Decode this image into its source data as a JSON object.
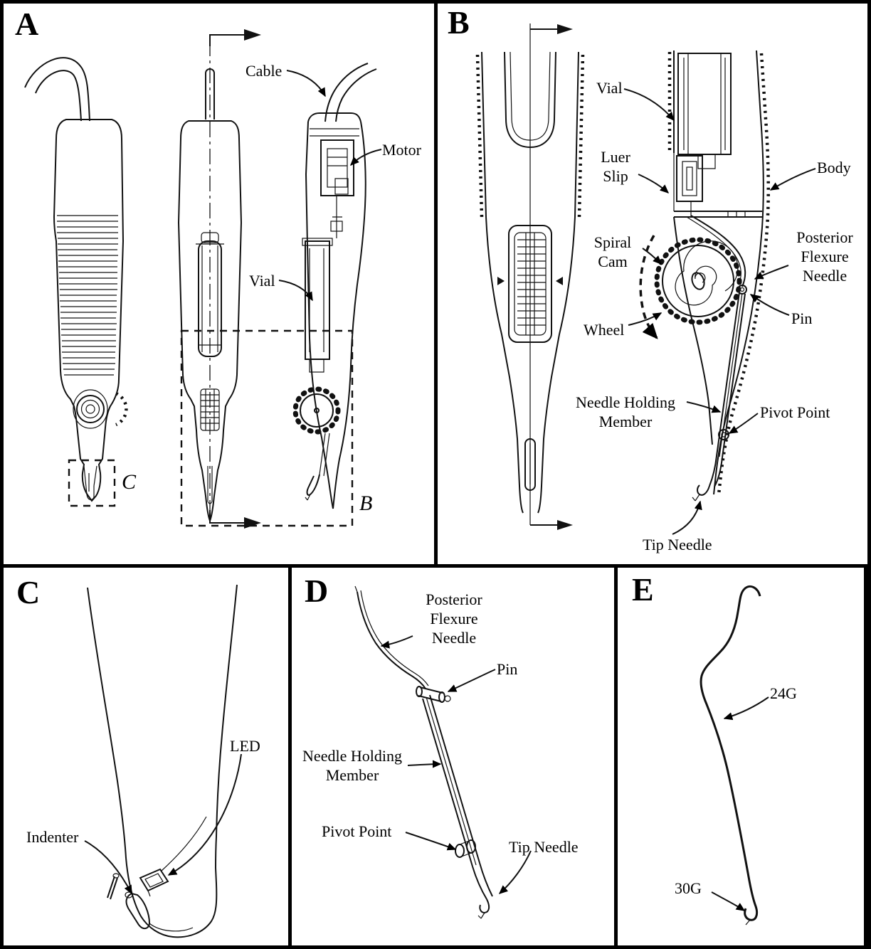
{
  "colors": {
    "ink": "#000000",
    "paper": "#ffffff"
  },
  "panels": {
    "a": {
      "letter": "A",
      "inset_c": "C",
      "inset_b": "B",
      "labels": {
        "cable": "Cable",
        "motor": "Motor",
        "vial": "Vial"
      }
    },
    "b": {
      "letter": "B",
      "labels": {
        "vial": "Vial",
        "luer_slip": "Luer Slip",
        "spiral_cam": "Spiral Cam",
        "wheel": "Wheel",
        "needle_holding_member": "Needle Holding Member",
        "body": "Body",
        "posterior_flexure_needle": "Posterior Flexure Needle",
        "pin": "Pin",
        "pivot_point": "Pivot Point",
        "tip_needle": "Tip Needle"
      }
    },
    "c": {
      "letter": "C",
      "labels": {
        "led": "LED",
        "indenter": "Indenter"
      }
    },
    "d": {
      "letter": "D",
      "labels": {
        "posterior_flexure_needle": "Posterior Flexure Needle",
        "pin": "Pin",
        "needle_holding_member": "Needle Holding Member",
        "pivot_point": "Pivot Point",
        "tip_needle": "Tip Needle"
      }
    },
    "e": {
      "letter": "E",
      "labels": {
        "gauge_24": "24G",
        "gauge_30": "30G"
      }
    }
  }
}
